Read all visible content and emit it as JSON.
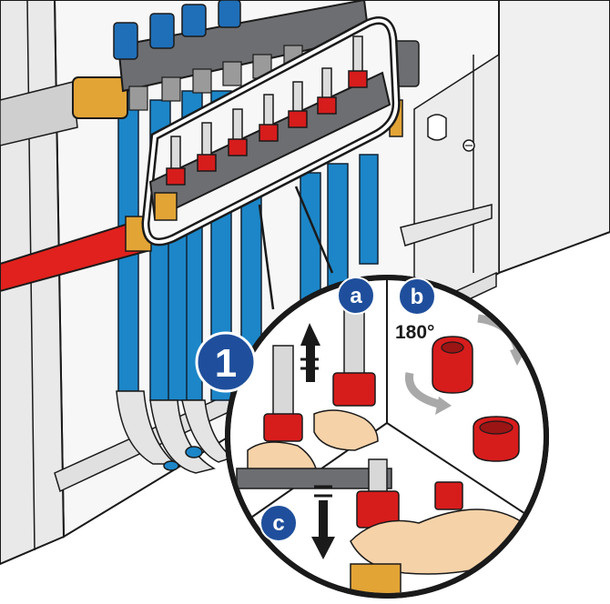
{
  "figure": {
    "step_number": "1",
    "sub_steps": {
      "a": "a",
      "b": "b",
      "c": "c"
    },
    "rotation_label": "180°"
  },
  "colors": {
    "pipe_blue": "#1c86c8",
    "pipe_red": "#e1211d",
    "valve_red": "#d71c1c",
    "badge_blue": "#1f4f9c",
    "brass": "#e3a436",
    "manifold_gray": "#6d6e71",
    "cabinet_gray": "#eeeeee",
    "skin": "#f6d2a8"
  }
}
